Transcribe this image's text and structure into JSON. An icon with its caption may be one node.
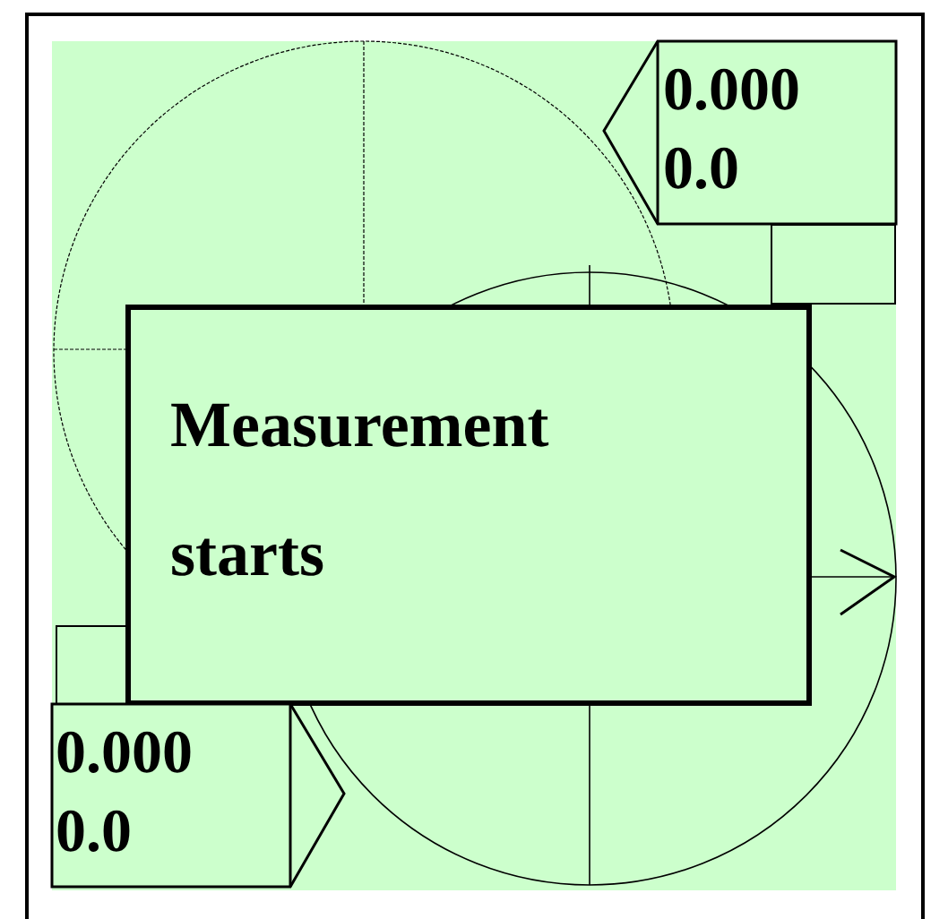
{
  "diagram": {
    "nodes": [
      {
        "text": [
          "Measurement starts"
        ]
      },
      {
        "text": [
          "0.000",
          "0.0"
        ]
      },
      {
        "text": [],
        "shape": "box"
      },
      {
        "text": [],
        "shape": "box"
      },
      {
        "text": [
          "0.000",
          "0.0"
        ]
      }
    ]
  }
}
